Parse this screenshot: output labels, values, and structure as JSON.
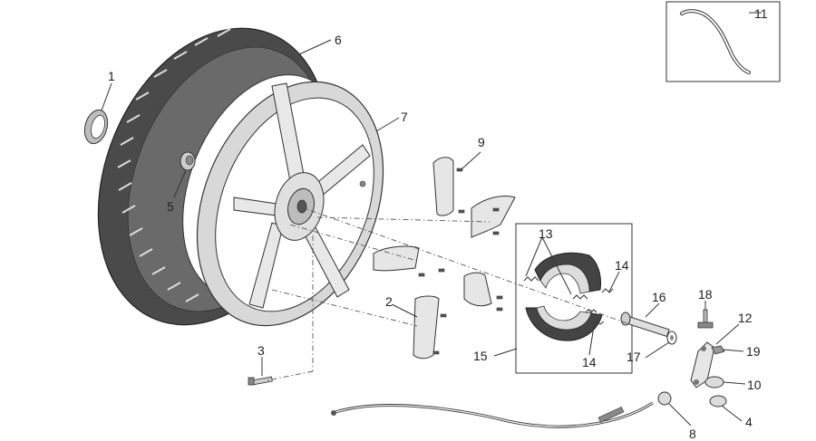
{
  "diagram": {
    "callouts": [
      {
        "id": "c1",
        "text": "1"
      },
      {
        "id": "c2",
        "text": "2"
      },
      {
        "id": "c3",
        "text": "3"
      },
      {
        "id": "c4",
        "text": "4"
      },
      {
        "id": "c5",
        "text": "5"
      },
      {
        "id": "c6",
        "text": "6"
      },
      {
        "id": "c7",
        "text": "7"
      },
      {
        "id": "c8",
        "text": "8"
      },
      {
        "id": "c9",
        "text": "9"
      },
      {
        "id": "c10",
        "text": "10"
      },
      {
        "id": "c11",
        "text": "11"
      },
      {
        "id": "c12",
        "text": "12"
      },
      {
        "id": "c13",
        "text": "13"
      },
      {
        "id": "c14a",
        "text": "14"
      },
      {
        "id": "c14b",
        "text": "14"
      },
      {
        "id": "c15",
        "text": "15"
      },
      {
        "id": "c16",
        "text": "16"
      },
      {
        "id": "c17",
        "text": "17"
      },
      {
        "id": "c18",
        "text": "18"
      },
      {
        "id": "c19",
        "text": "19"
      }
    ]
  }
}
